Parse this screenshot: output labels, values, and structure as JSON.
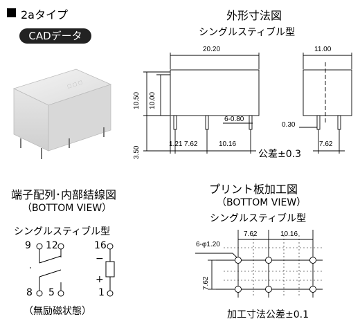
{
  "header": {
    "type_title": "2aタイプ",
    "cad_label": "CADデータ"
  },
  "outline": {
    "title": "外形寸法図",
    "subtitle": "シングルスティブル型",
    "dims": {
      "length": "20.20",
      "width": "11.00",
      "height_outer": "10.50",
      "height_inner": "10.00",
      "pin_note": "6-0.80",
      "pin_offset": "0.30",
      "pin_length": "3.50",
      "p1": "1.21",
      "p2": "7.62",
      "p3": "10.16",
      "side_pitch": "7.62"
    },
    "tolerance": "公差±0.3"
  },
  "terminal": {
    "title": "端子配列･内部結線図",
    "bottom_view": "（BOTTOM VIEW）",
    "subtitle": "シングルスティブル型",
    "pins": [
      "9",
      "12",
      "16",
      "8",
      "5",
      "1"
    ],
    "polarity_plus": "+",
    "polarity_minus": "−",
    "state": "（無励磁状態）"
  },
  "pcb": {
    "title": "プリント板加工図",
    "bottom_view": "（BOTTOM VIEW）",
    "subtitle": "シングルスティブル型",
    "dims": {
      "d1": "7.62",
      "d2": "10.16",
      "holes": "6-φ1.20",
      "vertical": "7.62"
    },
    "tolerance": "加工寸法公差±0.1"
  }
}
